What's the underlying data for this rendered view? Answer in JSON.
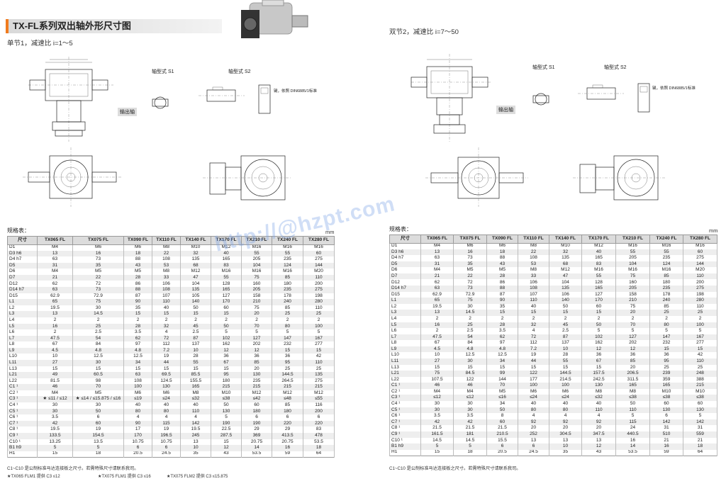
{
  "title": "TX-FL系列双出轴外形尺寸图",
  "left": {
    "subtitle": "单节1，减速比 i=1～5",
    "shaft_labels": {
      "s1": "轴型式 S1",
      "s2": "轴型式 S2",
      "out": "输出轴",
      "key": "键，依照 DIN6885/1标准"
    },
    "spec_label": "规格表：",
    "mm": "mm",
    "headers": [
      "尺寸",
      "TX065 FL",
      "TX075 FL",
      "TX090 FL",
      "TX110 FL",
      "TX140 FL",
      "TX170 FL",
      "TX210 FL",
      "TX240 FL",
      "TX280 FL"
    ],
    "rows": [
      [
        "D1",
        "M4",
        "M6",
        "M6",
        "M8",
        "M10",
        "M12",
        "M16",
        "M16",
        "M16"
      ],
      [
        "D3 h6",
        "13",
        "16",
        "18",
        "22",
        "32",
        "40",
        "55",
        "55",
        "60"
      ],
      [
        "D4 h7",
        "63",
        "73",
        "88",
        "108",
        "135",
        "165",
        "205",
        "235",
        "275"
      ],
      [
        "D5",
        "31",
        "35",
        "43",
        "53",
        "68",
        "83",
        "104",
        "124",
        "144"
      ],
      [
        "D6",
        "M4",
        "M5",
        "M5",
        "M8",
        "M12",
        "M16",
        "M16",
        "M16",
        "M20"
      ],
      [
        "D7",
        "21",
        "22",
        "28",
        "33",
        "47",
        "55",
        "75",
        "85",
        "110"
      ],
      [
        "D12",
        "62",
        "72",
        "86",
        "106",
        "104",
        "128",
        "160",
        "180",
        "200"
      ],
      [
        "D14 h7",
        "63",
        "73",
        "88",
        "108",
        "135",
        "165",
        "205",
        "235",
        "275"
      ],
      [
        "D15",
        "62.9",
        "72.9",
        "87",
        "107",
        "105",
        "127",
        "158",
        "178",
        "198"
      ],
      [
        "L1",
        "65",
        "75",
        "90",
        "110",
        "140",
        "170",
        "210",
        "240",
        "280"
      ],
      [
        "L2",
        "19.5",
        "30",
        "35",
        "40",
        "50",
        "60",
        "75",
        "85",
        "110"
      ],
      [
        "L3",
        "13",
        "14.5",
        "15",
        "15",
        "15",
        "15",
        "20",
        "25",
        "25"
      ],
      [
        "L4",
        "2",
        "2",
        "2",
        "2",
        "2",
        "2",
        "2",
        "2",
        "2"
      ],
      [
        "L5",
        "16",
        "25",
        "28",
        "32",
        "45",
        "50",
        "70",
        "80",
        "100"
      ],
      [
        "L6",
        "2",
        "2.5",
        "3.5",
        "4",
        "2.5",
        "5",
        "5",
        "5",
        "5"
      ],
      [
        "L7",
        "47.5",
        "54",
        "62",
        "72",
        "87",
        "102",
        "127",
        "147",
        "167"
      ],
      [
        "L8",
        "67",
        "84",
        "97",
        "112",
        "137",
        "162",
        "202",
        "232",
        "277"
      ],
      [
        "L9",
        "4.5",
        "4.8",
        "4.8",
        "7.2",
        "10",
        "12",
        "12",
        "15",
        "15"
      ],
      [
        "L10",
        "10",
        "12.5",
        "12.5",
        "19",
        "28",
        "36",
        "36",
        "36",
        "42"
      ],
      [
        "L11",
        "27",
        "30",
        "34",
        "44",
        "55",
        "67",
        "85",
        "95",
        "110"
      ],
      [
        "L13",
        "15",
        "15",
        "15",
        "15",
        "15",
        "15",
        "20",
        "25",
        "25"
      ],
      [
        "L21",
        "49",
        "60.5",
        "63",
        "69.5",
        "85.5",
        "95",
        "130",
        "144.5",
        "135"
      ],
      [
        "L22",
        "81.5",
        "98",
        "108",
        "124.5",
        "155.5",
        "180",
        "235",
        "264.5",
        "275"
      ],
      [
        "C1 ¹",
        "46",
        "70",
        "100",
        "130",
        "165",
        "215",
        "215",
        "215",
        "215"
      ],
      [
        "C2 ¹",
        "M4",
        "M5",
        "M6",
        "M6",
        "M8",
        "M10",
        "M12",
        "M12",
        "M12"
      ],
      [
        "C3 ¹",
        "★ ≤11 / ≤12",
        "★ ≤14 / ≤15.875 / ≤16",
        "≤19",
        "≤24",
        "≤32",
        "≤38",
        "≤42",
        "≤48",
        "≤55"
      ],
      [
        "C4 ¹",
        "30",
        "30",
        "40",
        "40",
        "40",
        "50",
        "60",
        "85",
        "116"
      ],
      [
        "C5 ¹",
        "30",
        "50",
        "80",
        "80",
        "110",
        "130",
        "180",
        "180",
        "200"
      ],
      [
        "C6 ¹",
        "3.5",
        "6",
        "4",
        "4",
        "4",
        "5",
        "6",
        "6",
        "6"
      ],
      [
        "C7 ¹",
        "42",
        "60",
        "90",
        "115",
        "142",
        "190",
        "190",
        "220",
        "220"
      ],
      [
        "C8 ¹",
        "19.5",
        "19",
        "17",
        "19",
        "19.5",
        "22.5",
        "29",
        "29",
        "83"
      ],
      [
        "C9 ¹",
        "133.5",
        "154.5",
        "170",
        "196.5",
        "245",
        "287.5",
        "369",
        "413.5",
        "478"
      ],
      [
        "C10 ¹",
        "13.25",
        "13.5",
        "10.75",
        "10.75",
        "13",
        "15",
        "20.75",
        "20.75",
        "53.5"
      ],
      [
        "B1 h9",
        "5",
        "5",
        "6",
        "6",
        "10",
        "12",
        "14",
        "16",
        "18"
      ],
      [
        "H1",
        "15",
        "18",
        "20.5",
        "24.5",
        "35",
        "43",
        "53.5",
        "59",
        "64"
      ]
    ],
    "note": "C1~C10 是公制标准马达连接板之尺寸。若需特殊尺寸请联系我司。",
    "footnotes": [
      "★TX065 FLM1  提供 C3 ≤12",
      "★TX075 FLM1  提供 C3 ≤16",
      "★TX075 FLM2  提供 C3 ≤15.875"
    ]
  },
  "right": {
    "subtitle": "双节2，减速比 i=7～50",
    "shaft_labels": {
      "s1": "轴型式 S1",
      "s2": "轴型式 S2",
      "out": "输出轴",
      "key": "键，依照 DIN6885/1标准"
    },
    "spec_label": "规格表：",
    "mm": "mm",
    "headers": [
      "尺寸",
      "TX065 FL",
      "TX075 FL",
      "TX090 FL",
      "TX110 FL",
      "TX140 FL",
      "TX170 FL",
      "TX210 FL",
      "TX240 FL",
      "TX280 FL"
    ],
    "rows": [
      [
        "D1",
        "M4",
        "M6",
        "M6",
        "M8",
        "M10",
        "M12",
        "M16",
        "M16",
        "M16"
      ],
      [
        "D3 h6",
        "13",
        "16",
        "18",
        "22",
        "32",
        "40",
        "55",
        "55",
        "60"
      ],
      [
        "D4 h7",
        "63",
        "73",
        "88",
        "108",
        "135",
        "165",
        "205",
        "235",
        "275"
      ],
      [
        "D5",
        "31",
        "35",
        "43",
        "53",
        "68",
        "83",
        "104",
        "124",
        "144"
      ],
      [
        "D6",
        "M4",
        "M5",
        "M5",
        "M8",
        "M12",
        "M16",
        "M16",
        "M16",
        "M20"
      ],
      [
        "D7",
        "21",
        "22",
        "28",
        "33",
        "47",
        "55",
        "75",
        "85",
        "110"
      ],
      [
        "D12",
        "62",
        "72",
        "86",
        "106",
        "104",
        "128",
        "160",
        "180",
        "200"
      ],
      [
        "D14 h7",
        "63",
        "73",
        "88",
        "108",
        "135",
        "165",
        "205",
        "235",
        "275"
      ],
      [
        "D15",
        "62.9",
        "72.9",
        "87",
        "107",
        "106",
        "127",
        "158",
        "178",
        "198"
      ],
      [
        "L1",
        "65",
        "75",
        "90",
        "110",
        "140",
        "170",
        "210",
        "240",
        "280"
      ],
      [
        "L2",
        "19.5",
        "30",
        "35",
        "40",
        "50",
        "60",
        "75",
        "85",
        "110"
      ],
      [
        "L3",
        "13",
        "14.5",
        "15",
        "15",
        "15",
        "15",
        "20",
        "25",
        "25"
      ],
      [
        "L4",
        "2",
        "2",
        "2",
        "2",
        "2",
        "2",
        "2",
        "2",
        "2"
      ],
      [
        "L5",
        "16",
        "25",
        "28",
        "32",
        "45",
        "50",
        "70",
        "80",
        "100"
      ],
      [
        "L6",
        "2",
        "2.5",
        "3.5",
        "4",
        "2.5",
        "5",
        "5",
        "5",
        "5"
      ],
      [
        "L7",
        "47.5",
        "54",
        "62",
        "72",
        "87",
        "102",
        "127",
        "147",
        "167"
      ],
      [
        "L8",
        "67",
        "84",
        "97",
        "112",
        "137",
        "162",
        "202",
        "232",
        "277"
      ],
      [
        "L9",
        "4.5",
        "4.8",
        "4.8",
        "7.2",
        "10",
        "12",
        "12",
        "15",
        "15"
      ],
      [
        "L10",
        "10",
        "12.5",
        "12.5",
        "19",
        "28",
        "36",
        "36",
        "36",
        "42"
      ],
      [
        "L11",
        "27",
        "30",
        "34",
        "44",
        "55",
        "67",
        "85",
        "95",
        "110"
      ],
      [
        "L13",
        "15",
        "15",
        "15",
        "15",
        "15",
        "15",
        "20",
        "25",
        "25"
      ],
      [
        "L21",
        "75",
        "84.5",
        "99",
        "122",
        "144.5",
        "157.5",
        "206.5",
        "239",
        "248"
      ],
      [
        "L22",
        "107.5",
        "122",
        "144",
        "177",
        "214.5",
        "242.5",
        "311.5",
        "359",
        "388"
      ],
      [
        "C1 ¹",
        "46",
        "46",
        "70",
        "100",
        "100",
        "130",
        "165",
        "165",
        "215"
      ],
      [
        "C2 ¹",
        "M4",
        "M4",
        "M5",
        "M6",
        "M6",
        "M8",
        "M8",
        "M10",
        "M10"
      ],
      [
        "C3 ¹",
        "≤12",
        "≤12",
        "≤16",
        "≤24",
        "≤24",
        "≤32",
        "≤38",
        "≤38",
        "≤38"
      ],
      [
        "C4 ¹",
        "30",
        "30",
        "34",
        "40",
        "40",
        "40",
        "50",
        "60",
        "60"
      ],
      [
        "C5 ¹",
        "30",
        "30",
        "50",
        "80",
        "80",
        "110",
        "110",
        "130",
        "130"
      ],
      [
        "C6 ¹",
        "3.5",
        "3.5",
        "8",
        "4",
        "4",
        "4",
        "5",
        "6",
        "5"
      ],
      [
        "C7 ¹",
        "42",
        "42",
        "60",
        "92",
        "92",
        "92",
        "115",
        "142",
        "142"
      ],
      [
        "C8 ¹",
        "21.5",
        "21.5",
        "21.5",
        "20",
        "20",
        "20",
        "24",
        "31",
        "31"
      ],
      [
        "C9 ¹",
        "161.5",
        "181",
        "210.5",
        "252",
        "304.5",
        "347.5",
        "440.5",
        "510",
        "559"
      ],
      [
        "C10 ¹",
        "14.5",
        "14.5",
        "15.5",
        "13",
        "13",
        "13",
        "16",
        "21",
        "21"
      ],
      [
        "B1 h9",
        "5",
        "5",
        "6",
        "6",
        "10",
        "12",
        "14",
        "16",
        "18"
      ],
      [
        "H1",
        "15",
        "18",
        "20.5",
        "24.5",
        "35",
        "43",
        "53.5",
        "59",
        "64"
      ]
    ],
    "note": "C1~C10 是公制标准马达连接板之尺寸。若需特殊尺寸请联系我司。"
  },
  "watermark": "http://@hzpt.com"
}
